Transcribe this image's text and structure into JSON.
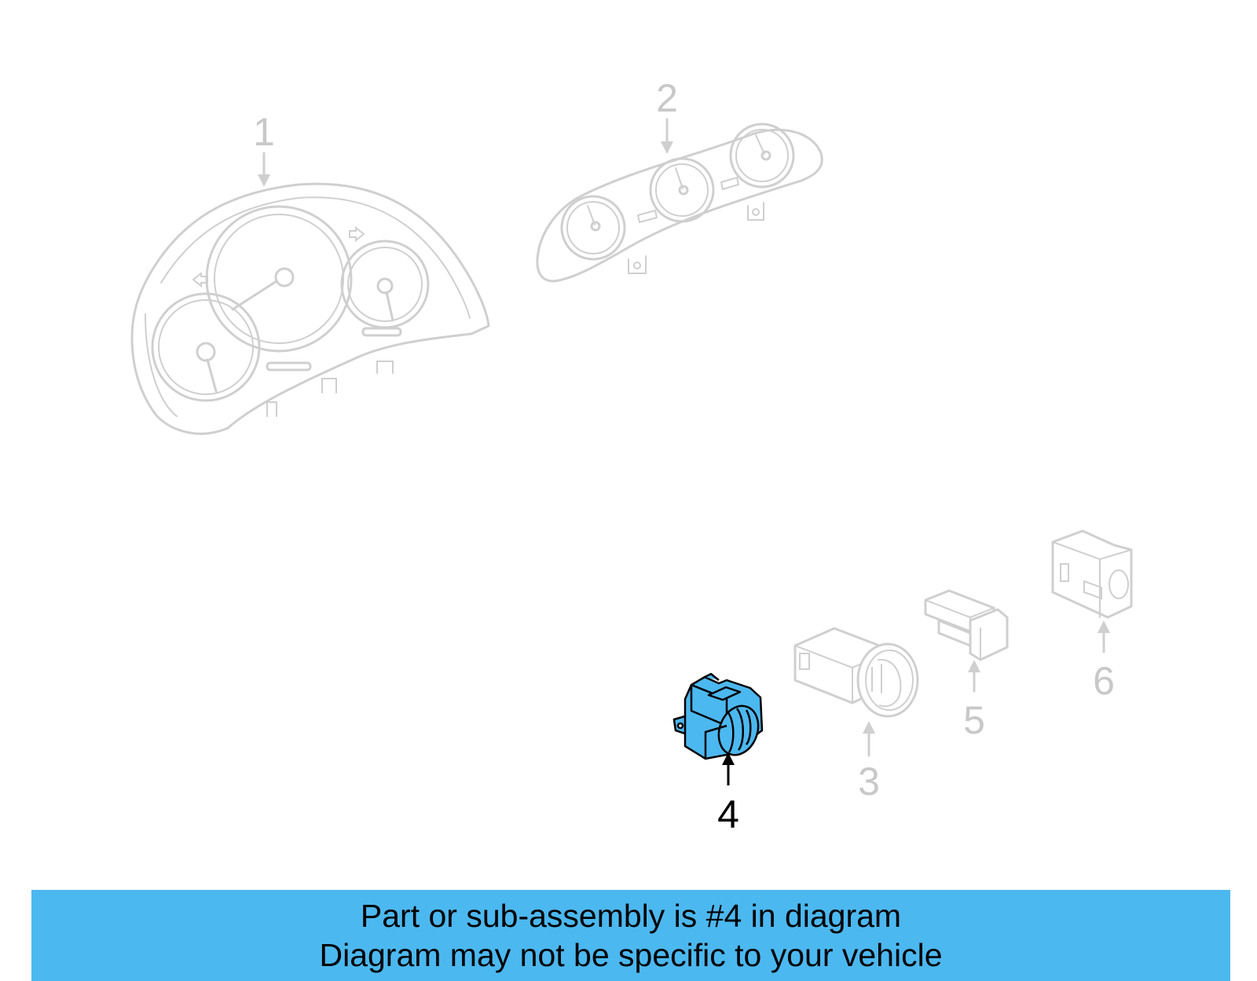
{
  "callouts": [
    {
      "id": "1",
      "label": "1",
      "state": "muted"
    },
    {
      "id": "2",
      "label": "2",
      "state": "muted"
    },
    {
      "id": "3",
      "label": "3",
      "state": "muted"
    },
    {
      "id": "4",
      "label": "4",
      "state": "highlighted"
    },
    {
      "id": "5",
      "label": "5",
      "state": "muted"
    },
    {
      "id": "6",
      "label": "6",
      "state": "muted"
    }
  ],
  "banner": {
    "line1": "Part or sub-assembly is #4 in diagram",
    "line2": "Diagram may not be specific to your vehicle"
  },
  "colors": {
    "banner_background": "#4cb8f0",
    "highlight_fill": "#4cb8f0",
    "muted_line": "#cfcfcf",
    "highlight_line": "#000000"
  }
}
